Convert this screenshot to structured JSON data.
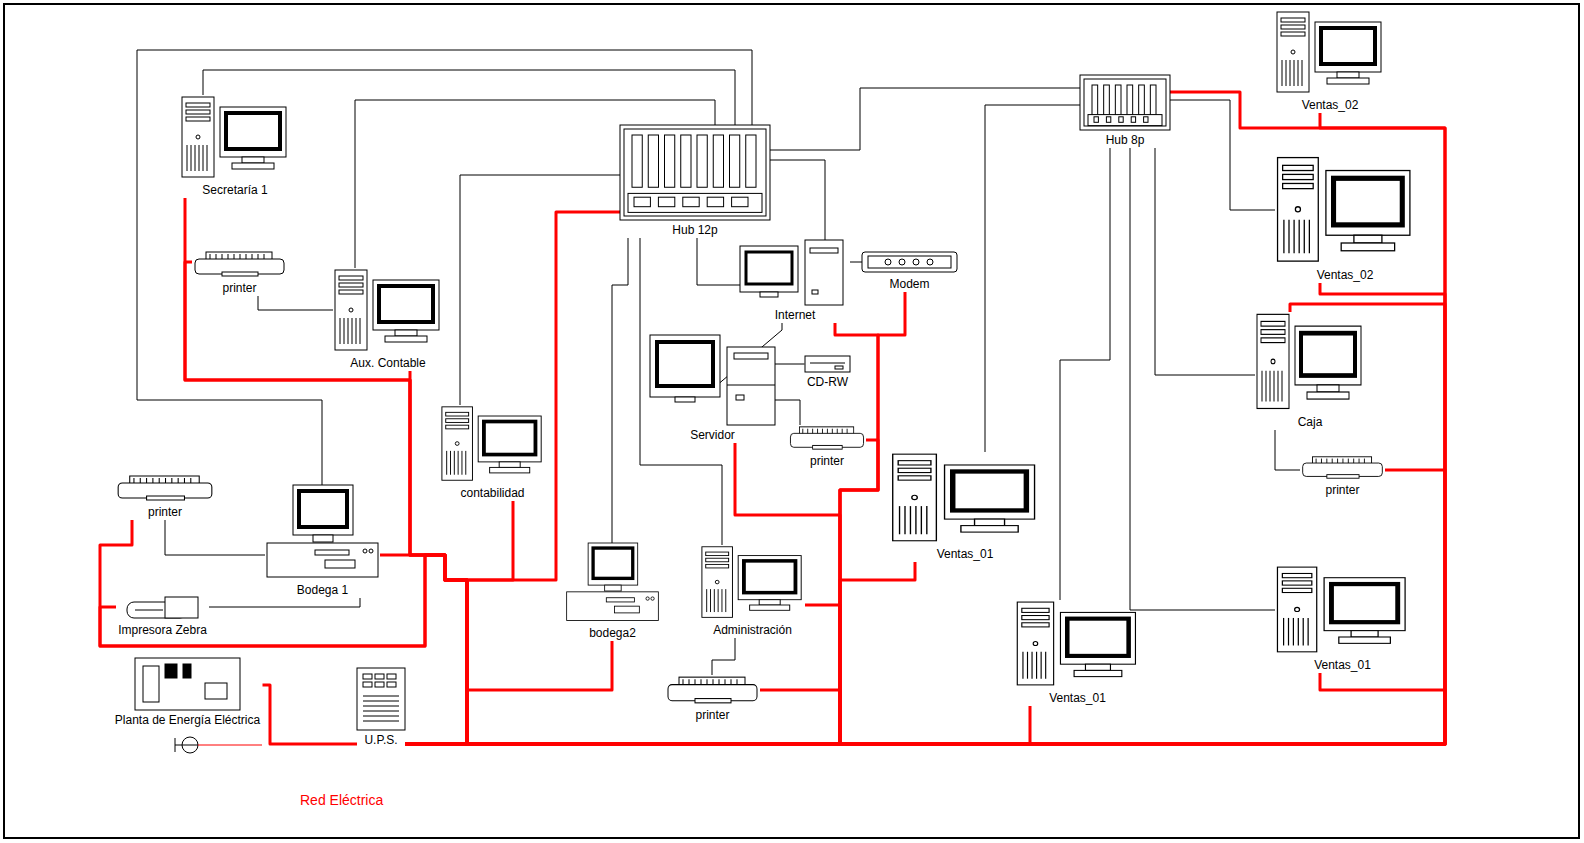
{
  "diagram": {
    "nodes": [
      {
        "text": [
          "Secretaría 1"
        ]
      },
      {
        "text": [
          "printer"
        ]
      },
      {
        "text": [
          "Aux. Contable"
        ]
      },
      {
        "text": [
          "Hub 12p"
        ]
      },
      {
        "text": [
          "Hub 8p"
        ]
      },
      {
        "text": [
          "Ventas_02"
        ]
      },
      {
        "text": [
          "Ventas_02"
        ]
      },
      {
        "text": [
          "Internet"
        ]
      },
      {
        "text": [
          "Modem"
        ]
      },
      {
        "text": [
          "CD-RW"
        ]
      },
      {
        "text": [
          "Servidor"
        ]
      },
      {
        "text": [
          "printer"
        ]
      },
      {
        "text": [
          "Caja"
        ]
      },
      {
        "text": [
          "printer"
        ]
      },
      {
        "text": [
          "contabilidad"
        ]
      },
      {
        "text": [
          "Ventas_01"
        ]
      },
      {
        "text": [
          "printer"
        ]
      },
      {
        "text": [
          "Bodega 1"
        ]
      },
      {
        "text": [
          "Impresora Zebra"
        ]
      },
      {
        "text": [
          "bodega2"
        ]
      },
      {
        "text": [
          "Administración"
        ]
      },
      {
        "text": [
          "printer"
        ]
      },
      {
        "text": [
          "Ventas_01"
        ]
      },
      {
        "text": [
          "Ventas_01"
        ]
      },
      {
        "text": [
          "Planta de Energía Eléctrica"
        ]
      },
      {
        "text": [
          "U.P.S."
        ]
      }
    ],
    "edges": [
      {
        "from": 3,
        "to": 0,
        "arrow": "none"
      },
      {
        "from": 3,
        "to": 2,
        "arrow": "none"
      },
      {
        "from": 3,
        "to": 17,
        "arrow": "none"
      },
      {
        "from": 3,
        "to": 14,
        "arrow": "none"
      },
      {
        "from": 3,
        "to": 19,
        "arrow": "none"
      },
      {
        "from": 3,
        "to": 20,
        "arrow": "none"
      },
      {
        "from": 3,
        "to": 7,
        "arrow": "none"
      },
      {
        "from": 3,
        "to": 7,
        "arrow": "none"
      },
      {
        "from": 3,
        "to": 4,
        "arrow": "none"
      },
      {
        "from": 7,
        "to": 10,
        "arrow": "none"
      },
      {
        "from": 7,
        "to": 8,
        "arrow": "none"
      },
      {
        "from": 10,
        "to": 9,
        "arrow": "none"
      },
      {
        "from": 10,
        "to": 11,
        "arrow": "none"
      },
      {
        "from": 1,
        "to": 2,
        "arrow": "none"
      },
      {
        "from": 16,
        "to": 17,
        "arrow": "none"
      },
      {
        "from": 18,
        "to": 17,
        "arrow": "none"
      },
      {
        "from": 20,
        "to": 21,
        "arrow": "none"
      },
      {
        "from": 12,
        "to": 13,
        "arrow": "none"
      },
      {
        "from": 4,
        "to": 6,
        "arrow": "none"
      },
      {
        "from": 4,
        "to": 15,
        "arrow": "none"
      },
      {
        "from": 4,
        "to": 22,
        "arrow": "none"
      },
      {
        "from": 4,
        "to": 23,
        "arrow": "none"
      },
      {
        "from": 4,
        "to": 12,
        "arrow": "none"
      },
      {
        "from": 24,
        "to": 25,
        "arrow": "none"
      },
      {
        "from": 25,
        "to": 0,
        "arrow": "none"
      },
      {
        "from": 25,
        "to": 1,
        "arrow": "none"
      },
      {
        "from": 25,
        "to": 2,
        "arrow": "none"
      },
      {
        "from": 25,
        "to": 17,
        "arrow": "none"
      },
      {
        "from": 25,
        "to": 16,
        "arrow": "none"
      },
      {
        "from": 25,
        "to": 18,
        "arrow": "none"
      },
      {
        "from": 25,
        "to": 14,
        "arrow": "none"
      },
      {
        "from": 25,
        "to": 3,
        "arrow": "none"
      },
      {
        "from": 25,
        "to": 19,
        "arrow": "none"
      },
      {
        "from": 25,
        "to": 7,
        "arrow": "none"
      },
      {
        "from": 25,
        "to": 8,
        "arrow": "none"
      },
      {
        "from": 25,
        "to": 10,
        "arrow": "none"
      },
      {
        "from": 25,
        "to": 11,
        "arrow": "none"
      },
      {
        "from": 25,
        "to": 15,
        "arrow": "none"
      },
      {
        "from": 25,
        "to": 20,
        "arrow": "none"
      },
      {
        "from": 25,
        "to": 21,
        "arrow": "none"
      },
      {
        "from": 25,
        "to": 22,
        "arrow": "none"
      },
      {
        "from": 25,
        "to": 4,
        "arrow": "none"
      },
      {
        "from": 25,
        "to": 5,
        "arrow": "none"
      },
      {
        "from": 25,
        "to": 6,
        "arrow": "none"
      },
      {
        "from": 25,
        "to": 12,
        "arrow": "none"
      },
      {
        "from": 25,
        "to": 13,
        "arrow": "none"
      },
      {
        "from": 25,
        "to": 23,
        "arrow": "none"
      }
    ],
    "labels": [
      "Red Eléctrica"
    ]
  }
}
